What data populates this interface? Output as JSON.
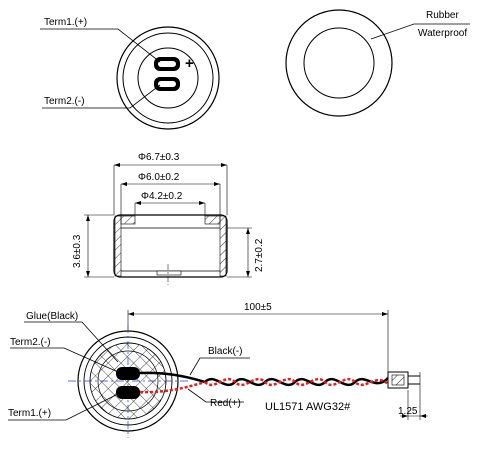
{
  "top_view": {
    "term1_label": "Term1.(+)",
    "term2_label": "Term2.(-)",
    "plus_sign": "+"
  },
  "rubber_view": {
    "label_line1": "Rubber",
    "label_line2": "Waterproof"
  },
  "section_view": {
    "dim_outer": "Φ6.7±0.3",
    "dim_mid": "Φ6.0±0.2",
    "dim_inner": "Φ4.2±0.2",
    "dim_height_total": "3.6±0.3",
    "dim_height_body": "2.7±0.2"
  },
  "cable_view": {
    "glue_label": "Glue(Black)",
    "term2_label": "Term2.(-)",
    "term1_label": "Term1.(+)",
    "black_label": "Black(-)",
    "red_label": "Red(+)",
    "cable_spec": "UL1571 AWG32#",
    "length_dim": "100±5",
    "strip_dim": "1.25"
  },
  "colors": {
    "line": "#000000",
    "red_wire": "#e02020",
    "black_wire": "#000000",
    "crosshair": "#2040c0"
  }
}
